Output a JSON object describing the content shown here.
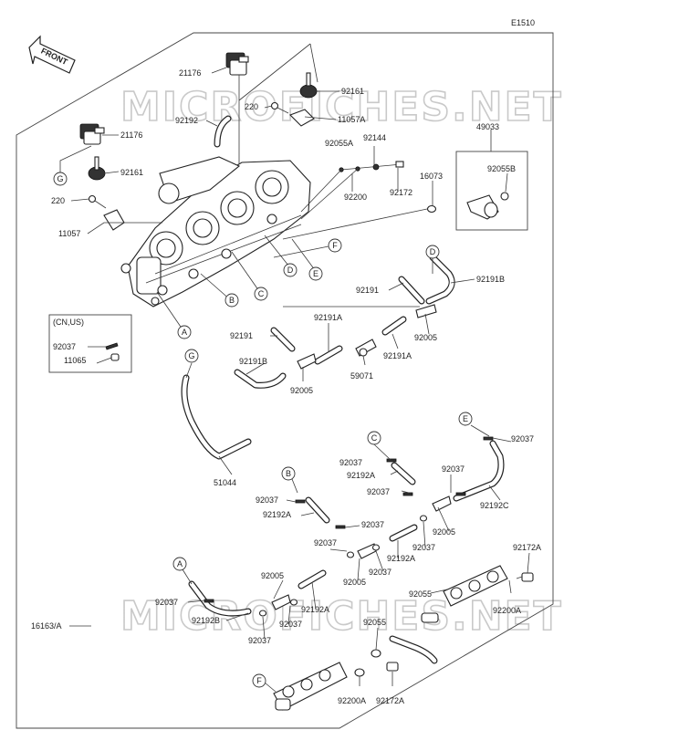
{
  "diagram_code": "E1510",
  "front_label": "FRONT",
  "watermark": "MICROFICHES.NET",
  "region_note": "(CN,US)",
  "circle_labels": {
    "A": "A",
    "B": "B",
    "C": "C",
    "D": "D",
    "E": "E",
    "F": "F",
    "G": "G"
  },
  "parts": {
    "p21176_top": "21176",
    "p92161_top": "92161",
    "p220_top": "220",
    "p11057A": "11057A",
    "p92192": "92192",
    "p21176_left": "21176",
    "p92161_left": "92161",
    "p220_left": "220",
    "p11057": "11057",
    "p92055A": "92055A",
    "p92144": "92144",
    "p92200": "92200",
    "p92172": "92172",
    "p16073": "16073",
    "p49033": "49033",
    "p92055B": "92055B",
    "p92191_a": "92191",
    "p92191B_right": "92191B",
    "p92191A_top": "92191A",
    "p92005_right": "92005",
    "p92191_b": "92191",
    "p92191A_mid": "92191A",
    "p92191B_left": "92191B",
    "p59071": "59071",
    "p92005_left": "92005",
    "p92037_cn": "92037",
    "p11065": "11065",
    "p51044": "51044",
    "p92037_e": "92037",
    "p92037_c1": "92037",
    "p92192A_c": "92192A",
    "p92037_c2": "92037",
    "p92037_r": "92037",
    "p92192C": "92192C",
    "p92037_b": "92037",
    "p92192A_b": "92192A",
    "p92037_b2": "92037",
    "p92005_r2": "92005",
    "p92037_m1": "92037",
    "p92192A_m": "92192A",
    "p92037_m2": "92037",
    "p92005_m": "92005",
    "p92037_m3": "92037",
    "p92005_l": "92005",
    "p92192A_l": "92192A",
    "p92037_a": "92037",
    "p92192B_a": "92192B",
    "p92037_l2": "92037",
    "p92037_l3": "92037",
    "p92172A_r": "92172A",
    "p92055_r": "92055",
    "p92200A_r": "92200A",
    "p92055_c": "92055",
    "p92200A_b": "92200A",
    "p92172A_b": "92172A",
    "p16163A": "16163/A"
  }
}
